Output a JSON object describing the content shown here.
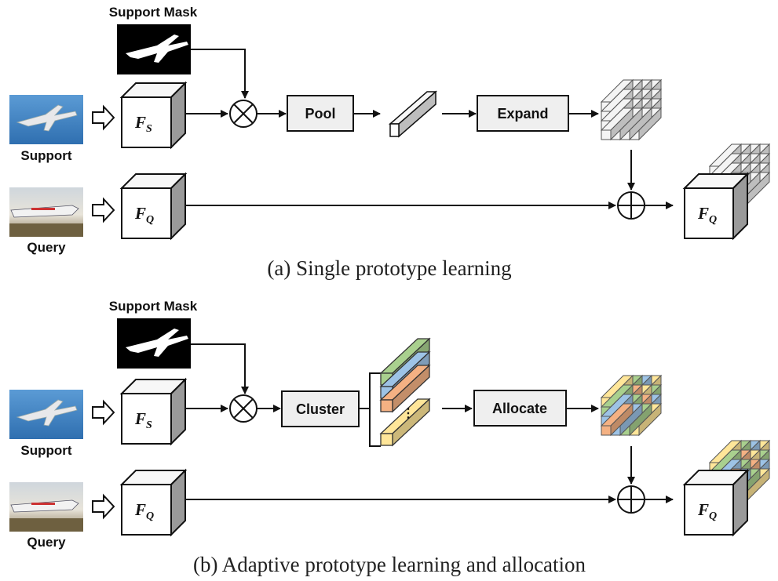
{
  "panel_a": {
    "mask_label": "Support Mask",
    "support_label": "Support",
    "query_label": "Query",
    "fs_main": "F",
    "fs_sub": "S",
    "fq_main": "F",
    "fq_sub": "Q",
    "out_main": "F",
    "out_sub": "Q",
    "pool_label": "Pool",
    "expand_label": "Expand",
    "caption": "(a) Single prototype learning"
  },
  "panel_b": {
    "mask_label": "Support Mask",
    "support_label": "Support",
    "query_label": "Query",
    "fs_main": "F",
    "fs_sub": "S",
    "fq_main": "F",
    "fq_sub": "Q",
    "out_main": "F",
    "out_sub": "Q",
    "cluster_label": "Cluster",
    "allocate_label": "Allocate",
    "dots": "⋮",
    "caption": "(b) Adaptive prototype learning and allocation"
  },
  "colors": {
    "box_fill": "#efefef",
    "proto_green": "#a9d08e",
    "proto_blue": "#9dc3e6",
    "proto_red": "#f4b183",
    "proto_yellow": "#ffe699",
    "sky": "#4a86c8",
    "mask_bg": "#000000"
  }
}
